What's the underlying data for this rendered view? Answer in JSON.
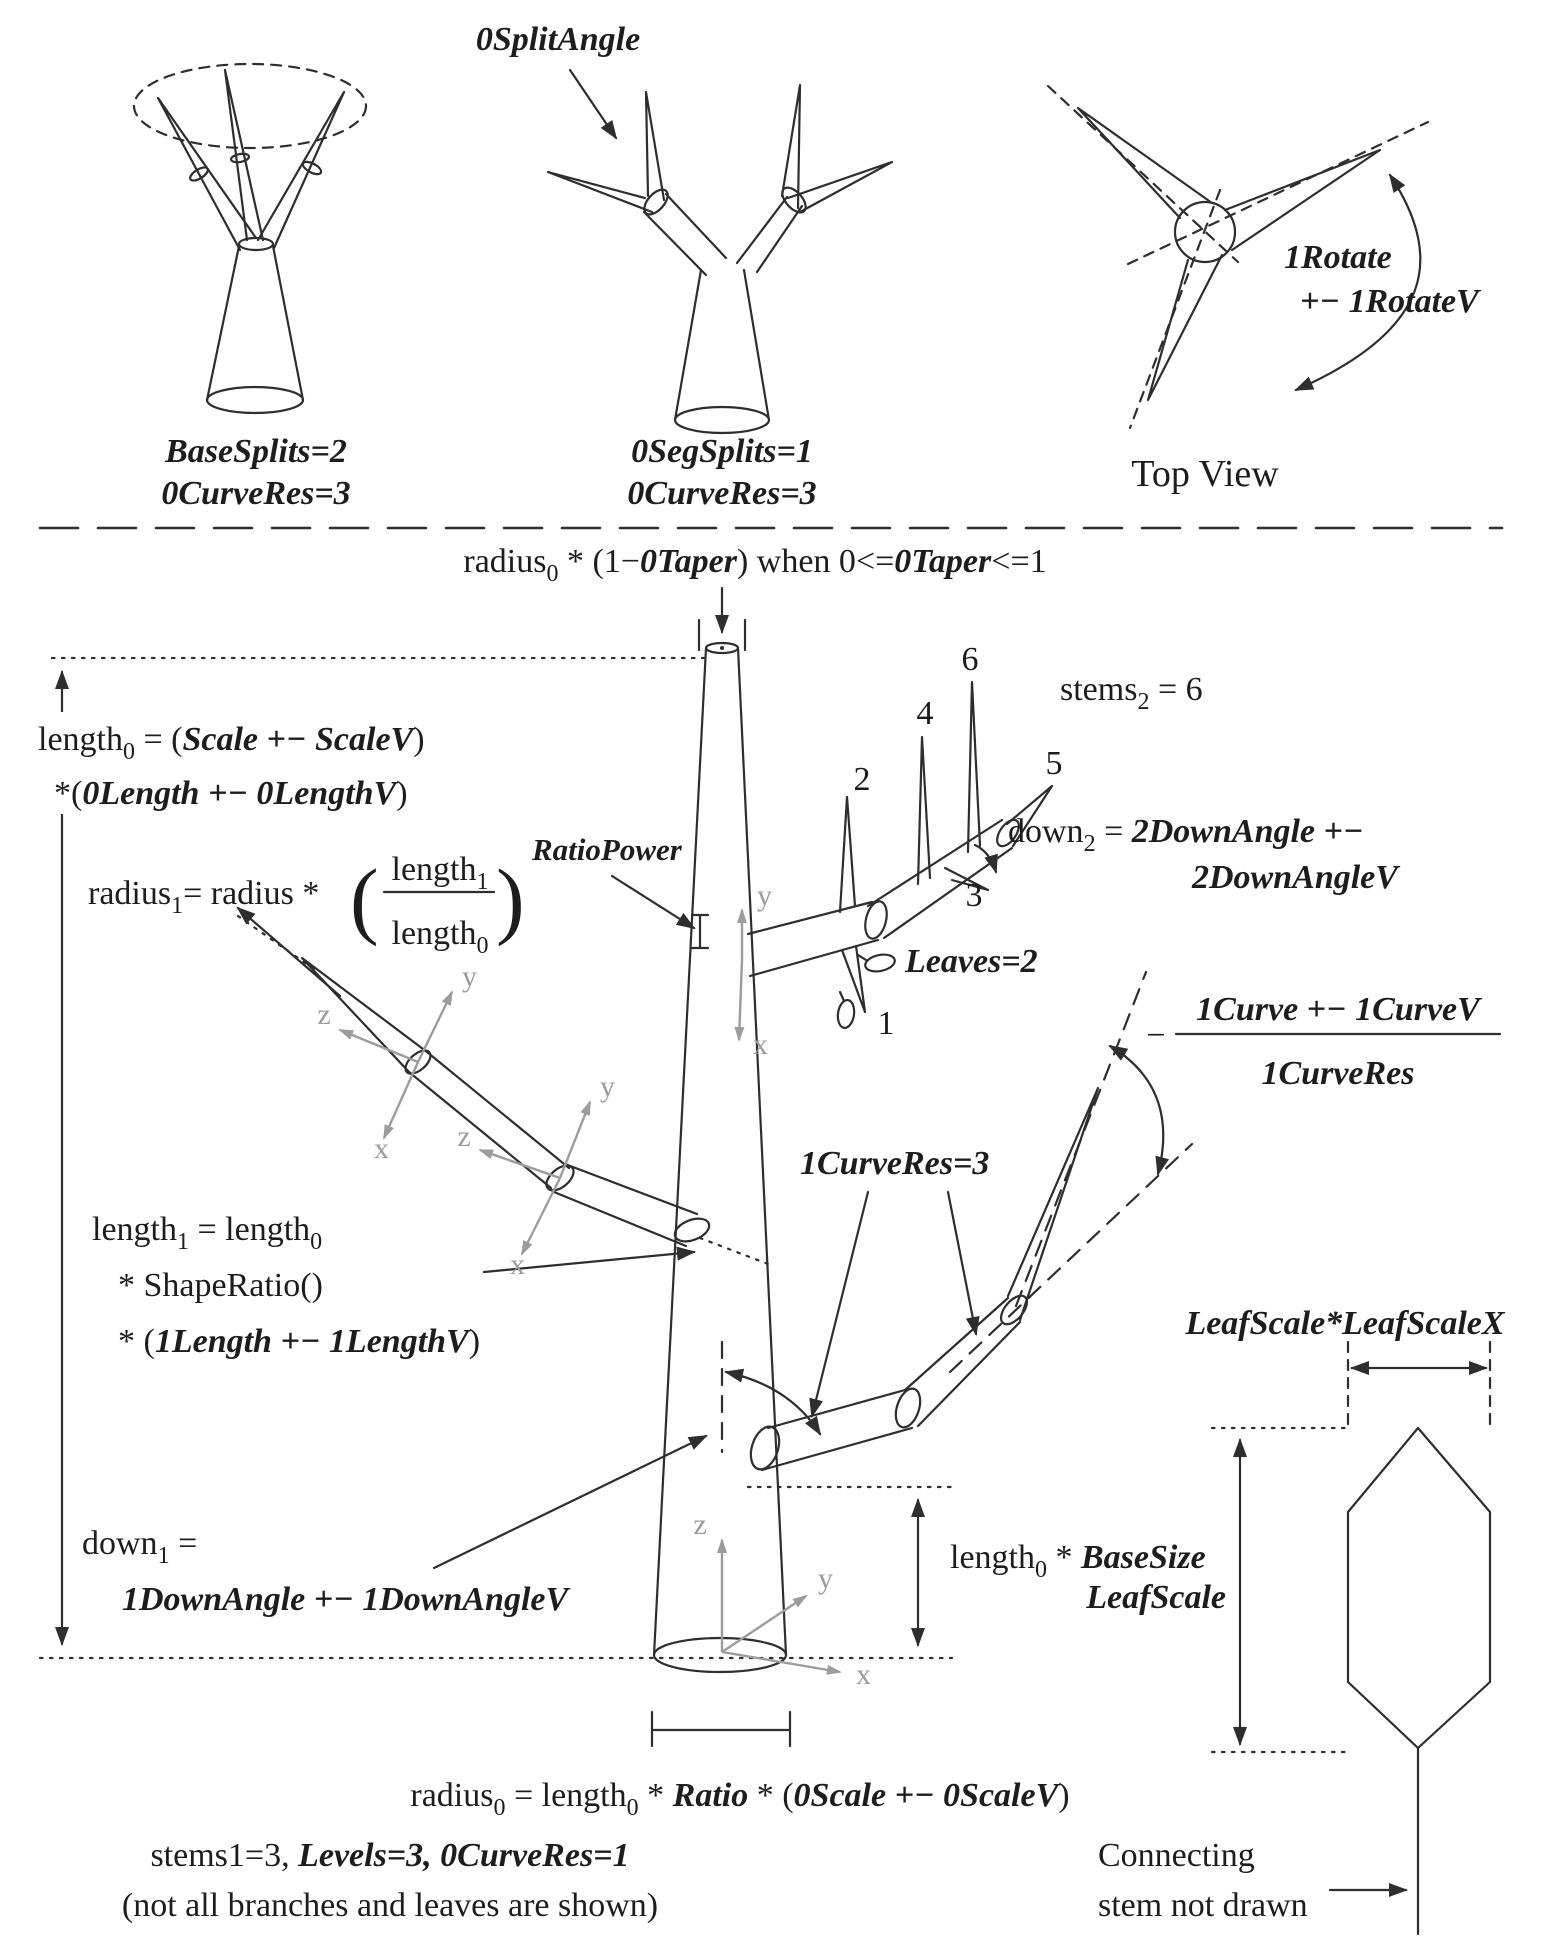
{
  "colors": {
    "ink": "#2e2e2e",
    "gray": "#9c9c9c"
  },
  "axes": {
    "x": "x",
    "y": "y",
    "z": "z"
  },
  "top_row": {
    "split_angle": "0SplitAngle",
    "tree1_cap1": "BaseSplits=2",
    "tree1_cap2": "0CurveRes=3",
    "tree2_cap1": "0SegSplits=1",
    "tree2_cap2": "0CurveRes=3",
    "rotate1": "1Rotate",
    "rotate2": "+− 1RotateV",
    "top_view": "Top View"
  },
  "taper": {
    "r1": "radius",
    "r2": "0",
    "r3": " * (1−",
    "r4": "0Taper",
    "r5": ") when 0<=",
    "r6": "0Taper",
    "r7": "<=1"
  },
  "length0": {
    "r1": "length",
    "r2": "0",
    "r3": " = (",
    "r4": "Scale +− ScaleV",
    "r5": ")",
    "r6": "*(",
    "r7": "0Length +− 0LengthV",
    "r8": ")"
  },
  "radius1": {
    "r1": "radius",
    "r2": "1",
    "r3": "= radius *",
    "open": "(",
    "num1": "length",
    "num2": "1",
    "den1": "length",
    "den2": "0",
    "close": ")",
    "exp": "RatioPower"
  },
  "stems2": {
    "r1": "stems",
    "r2": "2",
    "r3": " = 6"
  },
  "down2": {
    "r1": "down",
    "r2": "2",
    "r3": " = ",
    "r4": "2DownAngle +−",
    "r5": "2DownAngleV"
  },
  "leaves": {
    "label": "Leaves=2"
  },
  "stem_numbers": [
    "1",
    "2",
    "3",
    "4",
    "5",
    "6"
  ],
  "curve": {
    "minus": "−",
    "num": "1Curve +− 1CurveV",
    "den": "1CurveRes",
    "res": "1CurveRes=3"
  },
  "length1": {
    "r1": "length",
    "r2": "1",
    "r3": " = length",
    "r4": "0",
    "r5": "* ShapeRatio()",
    "r6": "* (",
    "r7": "1Length +− 1LengthV",
    "r8": ")"
  },
  "down1": {
    "r1": "down",
    "r2": "1",
    "r3": " =",
    "r4": "1DownAngle +− 1DownAngleV"
  },
  "basesize": {
    "r1": "length",
    "r2": "0",
    "r3": " * ",
    "r4": "BaseSize"
  },
  "radius0": {
    "r1": "radius",
    "r2": "0",
    "r3": " = length",
    "r4": "0",
    "r5": " * ",
    "r6": "Ratio",
    "r7": " * (",
    "r8": "0Scale +− 0ScaleV",
    "r9": ")"
  },
  "footer": {
    "l1a": "stems1=3, ",
    "l1b": "Levels=3, ",
    "l1c": "0CurveRes=1",
    "l2": "(not all branches and leaves are shown)"
  },
  "leaf": {
    "scale_x": "LeafScale*LeafScaleX",
    "scale": "LeafScale",
    "conn1": "Connecting",
    "conn2": "stem not drawn"
  }
}
